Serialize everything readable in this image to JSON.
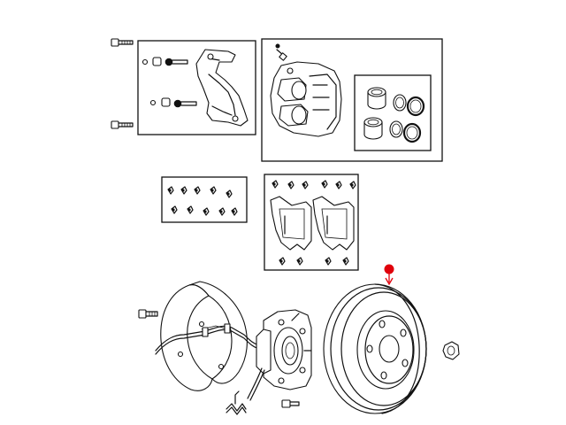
{
  "diagram": {
    "background": "#ffffff",
    "line_color": "#111111",
    "callout_color": "#e0000b",
    "groups": [
      "caliper-mount-bolts-and-bracket",
      "caliper-assembly",
      "caliper-piston-seal-kit",
      "pad-hardware-kit",
      "brake-pads-with-hardware",
      "splash-shield",
      "hub-bearing-with-sensor-wire",
      "brake-rotor",
      "hub-nut"
    ],
    "callout": {
      "target": "brake-rotor",
      "marker": "red-dot-arrow"
    }
  }
}
